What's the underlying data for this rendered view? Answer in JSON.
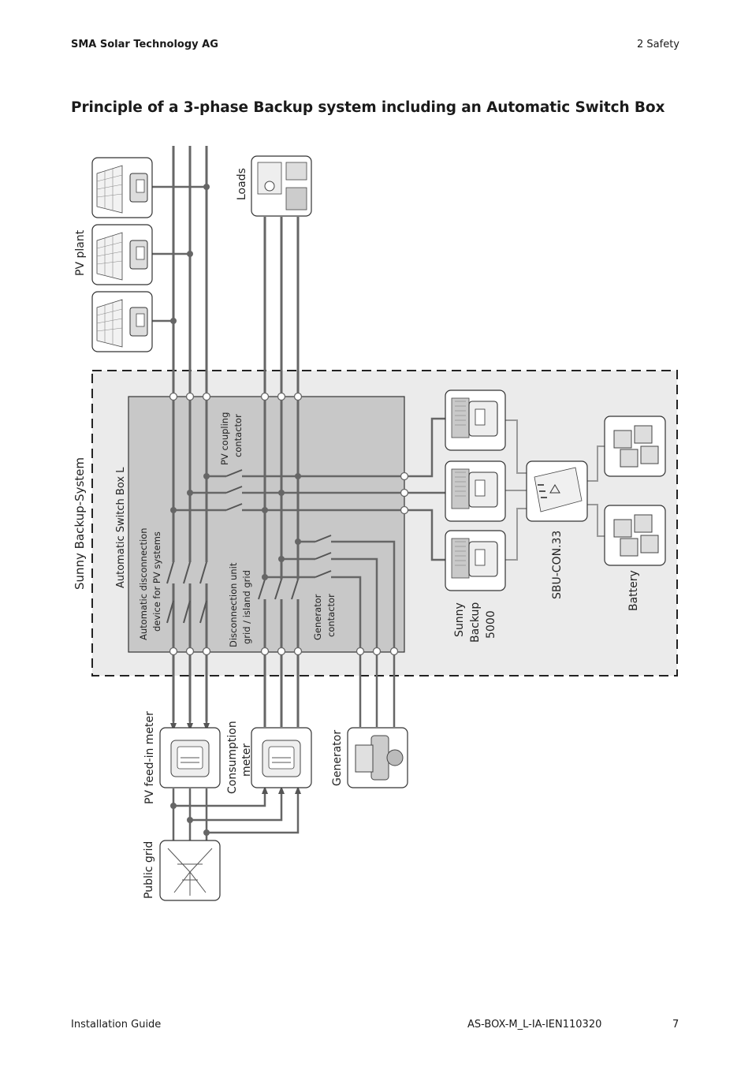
{
  "header": {
    "company": "SMA Solar Technology AG",
    "section": "2 Safety"
  },
  "title": "Principle of a 3-phase Backup system including an Automatic Switch Box",
  "diagram": {
    "pv_plant": "PV plant",
    "loads": "Loads",
    "system_label": "Sunny Backup-System",
    "switch_box": "Automatic Switch Box L",
    "auto_disconnect_line1": "Automatic disconnection",
    "auto_disconnect_line2": "device for PV systems",
    "pv_coupling_line1": "PV coupling",
    "pv_coupling_line2": "contactor",
    "disconnection_line1": "Disconnection unit",
    "disconnection_line2": "grid / island grid",
    "generator_contactor_line1": "Generator",
    "generator_contactor_line2": "contactor",
    "sunny_backup_line1": "Sunny",
    "sunny_backup_line2": "Backup",
    "sunny_backup_line3": "5000",
    "sbu_con": "SBU-CON.33",
    "battery": "Battery",
    "pv_feedin_meter": "PV feed-in meter",
    "consumption_line1": "Consumption",
    "consumption_line2": "meter",
    "generator": "Generator",
    "public_grid": "Public grid"
  },
  "footer": {
    "doc_type": "Installation Guide",
    "doc_id": "AS-BOX-M_L-IA-IEN110320",
    "page": "7"
  }
}
